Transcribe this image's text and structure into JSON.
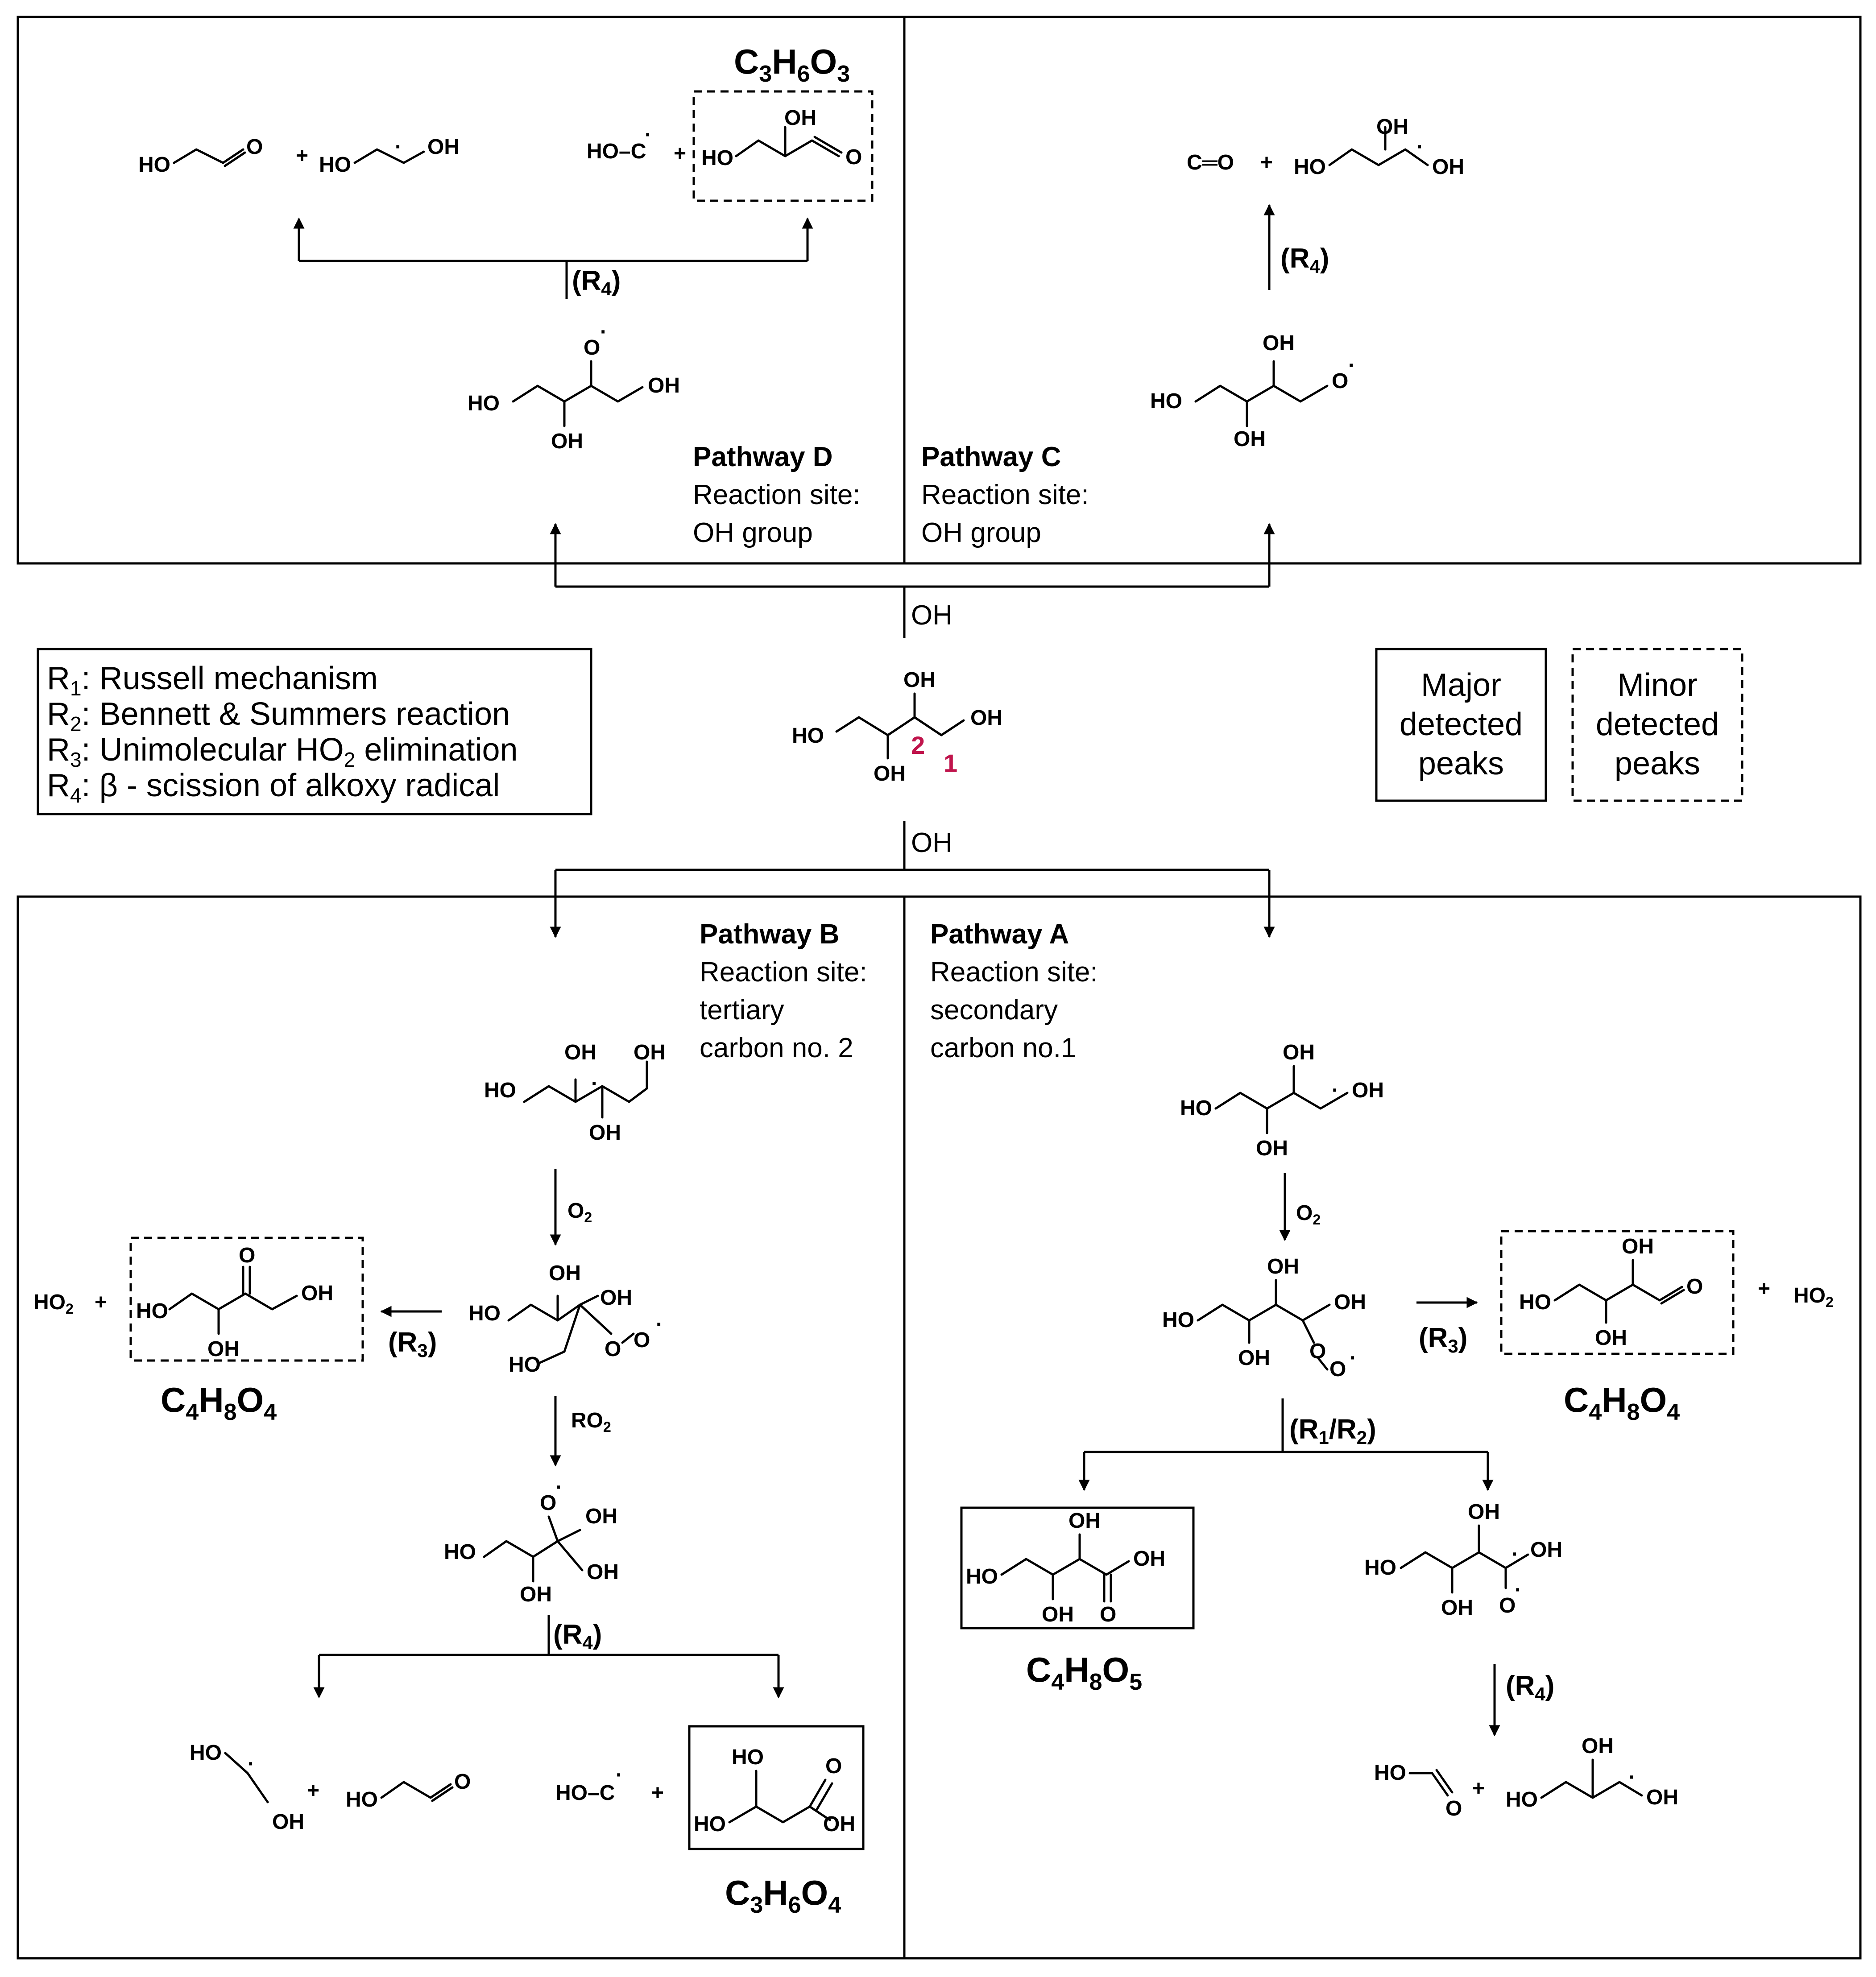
{
  "pathways": {
    "d": {
      "title": "Pathway D",
      "site1": "Reaction site:",
      "site2": "OH group",
      "formula_main": "C",
      "f1": "3",
      "f2": "H",
      "f3": "6",
      "f4": "O",
      "f5": "3"
    },
    "c": {
      "title": "Pathway C",
      "site1": "Reaction site:",
      "site2": "OH group"
    },
    "b": {
      "title": "Pathway B",
      "site1": "Reaction site:",
      "site2": "tertiary",
      "site3": "carbon no. 2"
    },
    "a": {
      "title": "Pathway A",
      "site1": "Reaction site:",
      "site2": "secondary",
      "site3": "carbon no.1"
    }
  },
  "reagents": {
    "oh": "OH",
    "o2": "O",
    "o2_sub": "2",
    "ro2": "RO",
    "ro2_sub": "2",
    "ho2": "HO",
    "ho2_sub": "2",
    "plus": "+"
  },
  "reactions": {
    "r4": "(R",
    "r4_sub": "4",
    "r3": "(R",
    "r3_sub": "3",
    "r12a": "(R",
    "r12_sub1": "1",
    "r12mid": "/R",
    "r12_sub2": "2",
    "close": ")"
  },
  "legend": {
    "r1": "R",
    "r1_sub": "1",
    "r1_text": ": Russell mechanism",
    "r2": "R",
    "r2_sub": "2",
    "r2_text": ": Bennett & Summers reaction",
    "r3": "R",
    "r3_sub": "3",
    "r3_text_a": ": Unimolecular HO",
    "r3_text_sub": "2",
    "r3_text_b": " elimination",
    "r4": "R",
    "r4_sub": "4",
    "r4_text": ": β - scission of alkoxy radical"
  },
  "key": {
    "major1": "Major",
    "major2": "detected",
    "major3": "peaks",
    "minor1": "Minor",
    "minor2": "detected",
    "minor3": "peaks"
  },
  "site_numbers": {
    "n1": "1",
    "n2": "2"
  },
  "formulas": {
    "c4h8o4": {
      "a": "C",
      "b": "4",
      "c": "H",
      "d": "8",
      "e": "O",
      "f": "4"
    },
    "c4h8o5": {
      "a": "C",
      "b": "4",
      "c": "H",
      "d": "8",
      "e": "O",
      "f": "5"
    },
    "c3h6o4": {
      "a": "C",
      "b": "3",
      "c": "H",
      "d": "6",
      "e": "O",
      "f": "4"
    }
  },
  "atoms": {
    "ho": "HO",
    "oh": "OH",
    "o": "O",
    "c": "C",
    "hoc": "HO–C",
    "co": "C═O",
    "rad": "·"
  }
}
